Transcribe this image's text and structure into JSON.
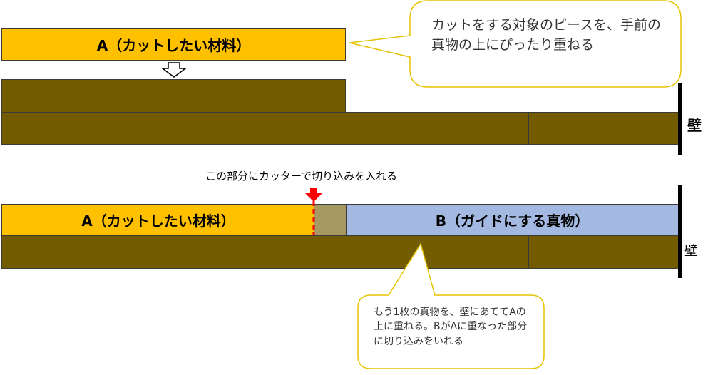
{
  "top_section": {
    "material_a_label": "A（カットしたい材料）",
    "wall_label": "壁",
    "callout_text": "カットをする対象のピースを、手前の真物の上にぴったり重ねる"
  },
  "bottom_section": {
    "cut_hint": "この部分にカッターで切り込みを入れる",
    "material_a_label": "A（カットしたい材料）",
    "guide_b_label": "B（ガイドにする真物）",
    "wall_label": "壁",
    "callout_text": "もう1枚の真物を、壁にあててAの上に重ねる。BがAに重なった部分に切り込みをいれる"
  },
  "colors": {
    "material_a": "#FFC000",
    "plank": "#735C00",
    "guide_b": "#A4B9E2",
    "overlap": "#A59860",
    "cut_line": "#FF0000",
    "callout_border": "#E6C200"
  }
}
